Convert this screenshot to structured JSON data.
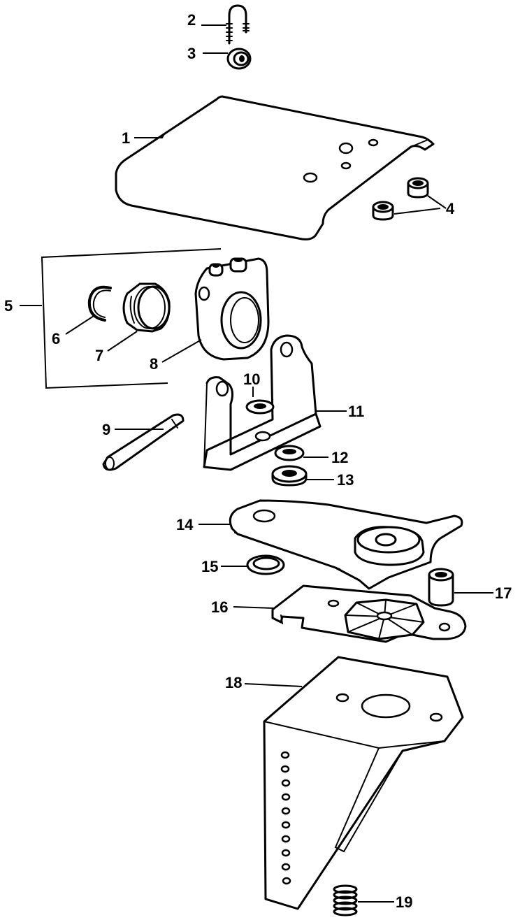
{
  "callouts": {
    "c1": "1",
    "c2": "2",
    "c3": "3",
    "c4": "4",
    "c5": "5",
    "c6": "6",
    "c7": "7",
    "c8": "8",
    "c9": "9",
    "c10": "10",
    "c11": "11",
    "c12": "12",
    "c13": "13",
    "c14": "14",
    "c15": "15",
    "c16": "16",
    "c17": "17",
    "c18": "18",
    "c19": "19"
  },
  "colors": {
    "ink": "#000000",
    "paper": "#ffffff"
  }
}
